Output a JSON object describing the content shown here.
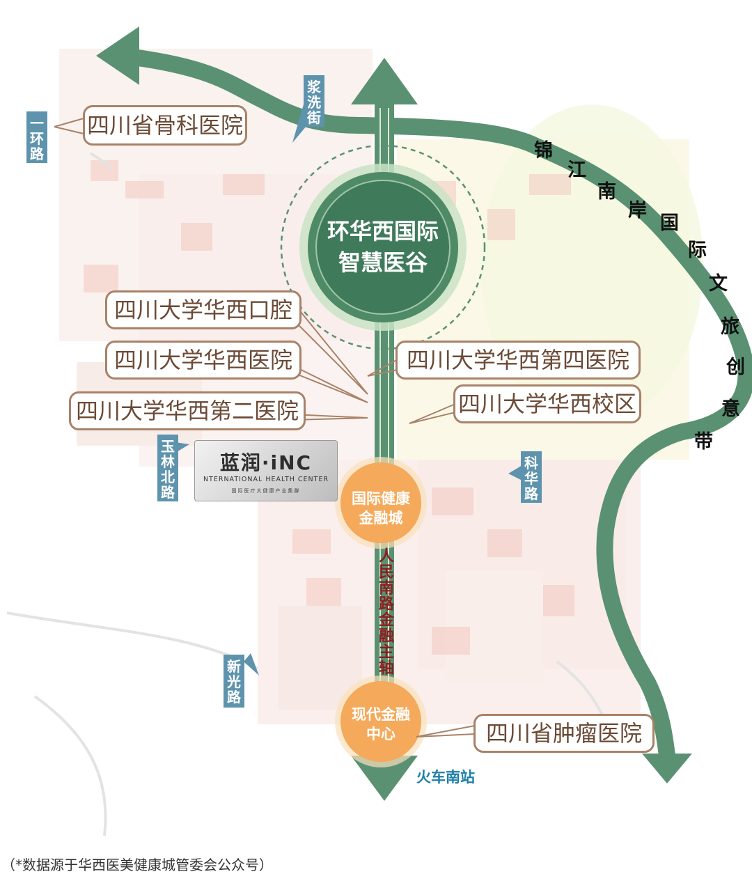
{
  "hubs": {
    "main": {
      "line1": "环华西国际",
      "line2": "智慧医谷"
    },
    "finance_city": {
      "line1": "国际健康",
      "line2": "金融城"
    },
    "finance_center": {
      "line1": "现代金融",
      "line2": "中心"
    }
  },
  "callouts": {
    "orthopedic": "四川省骨科医院",
    "stomatology": "四川大学华西口腔",
    "west_china_hospital": "四川大学华西医院",
    "second_hospital": "四川大学华西第二医院",
    "fourth_hospital": "四川大学华西第四医院",
    "campus": "四川大学华西校区",
    "cancer_hospital": "四川省肿瘤医院"
  },
  "roads": {
    "ring1": "一环路",
    "jiangxi": "浆洗街",
    "yulin": "玉林北路",
    "kehua": "科华路",
    "xinguang": "新光路"
  },
  "axis_label": "人民南路金融主轴",
  "belt_label": "锦江南岸国际文旅创意带",
  "station": "火车南站",
  "logo": {
    "main": "蓝润·iNC",
    "en": "NTERNATIONAL HEALTH CENTER",
    "cn": "国际医疗大健康产业集群"
  },
  "source": "（*数据源于华西医美健康城管委会公众号）",
  "colors": {
    "green": "#5a9172",
    "hub_green": "#3f7a5b",
    "orange": "#f5a95a",
    "road_blue": "#5e93ad",
    "callout_border": "#a88268",
    "callout_text": "#6b4a36",
    "axis_label": "#8b1f1f",
    "station_text": "#1d7fa8"
  }
}
